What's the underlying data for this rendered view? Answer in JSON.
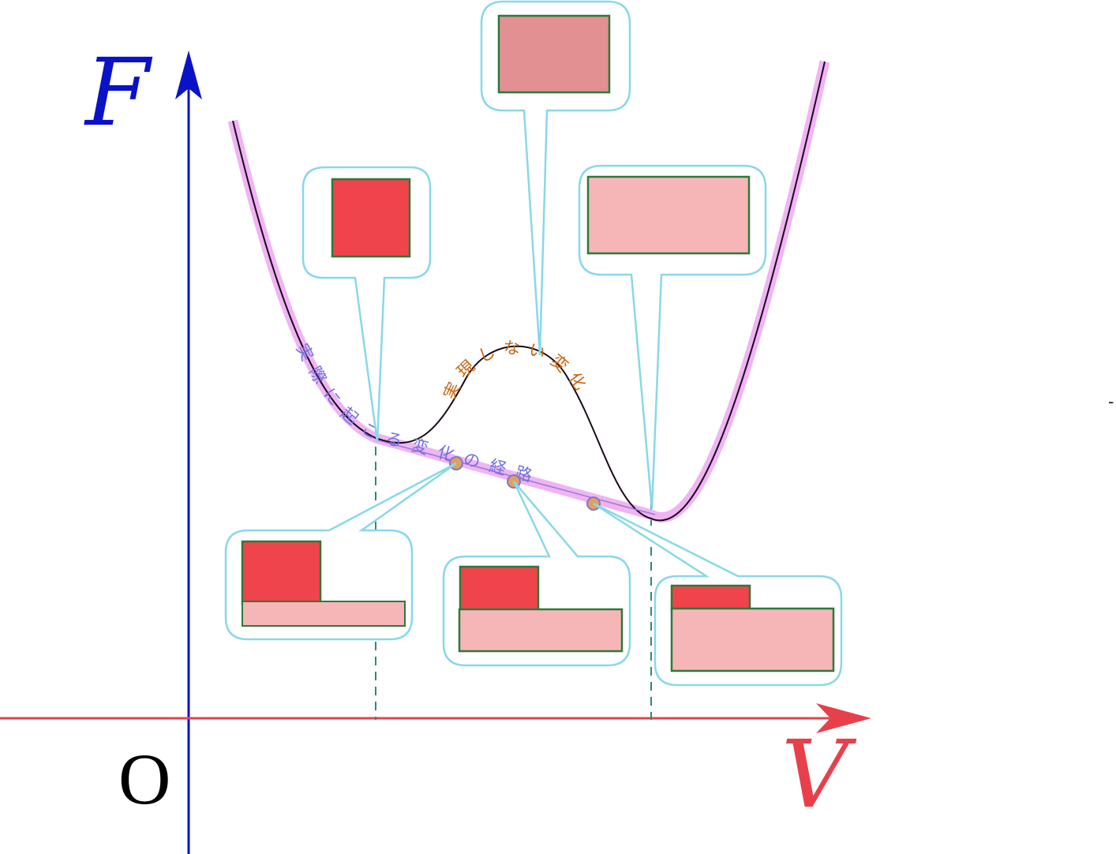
{
  "axes": {
    "vertical_label": "F",
    "horizontal_label": "V",
    "origin_label": "O"
  },
  "labels": {
    "actual_path_text": "実際に起こる変化の経路",
    "unrealized_change_text": "実現しない変化",
    "stray_mark": "-"
  },
  "colors": {
    "f_axis": "#0a12c8",
    "v_axis": "#e8404a",
    "callout_border": "#88d8e8",
    "path_highlight": "#f0b4f4",
    "path_text": "#7070e0",
    "unrealized_text": "#c86410",
    "state_dark": "#f0444c",
    "state_light": "#f6b6b8",
    "state_mid": "#e29092",
    "state_border": "#2a7a3a",
    "marker_fill": "#e0a060",
    "guide_line": "#2a8a7a"
  },
  "states": [
    {
      "id": "left-min",
      "phases": [
        "dark"
      ]
    },
    {
      "id": "barrier-top",
      "phases": [
        "mid"
      ]
    },
    {
      "id": "right-min",
      "phases": [
        "light"
      ]
    },
    {
      "id": "mix-1",
      "phases": [
        "dark",
        "light"
      ],
      "dark_fraction": 0.7
    },
    {
      "id": "mix-2",
      "phases": [
        "dark",
        "light"
      ],
      "dark_fraction": 0.5
    },
    {
      "id": "mix-3",
      "phases": [
        "dark",
        "light"
      ],
      "dark_fraction": 0.27
    }
  ]
}
